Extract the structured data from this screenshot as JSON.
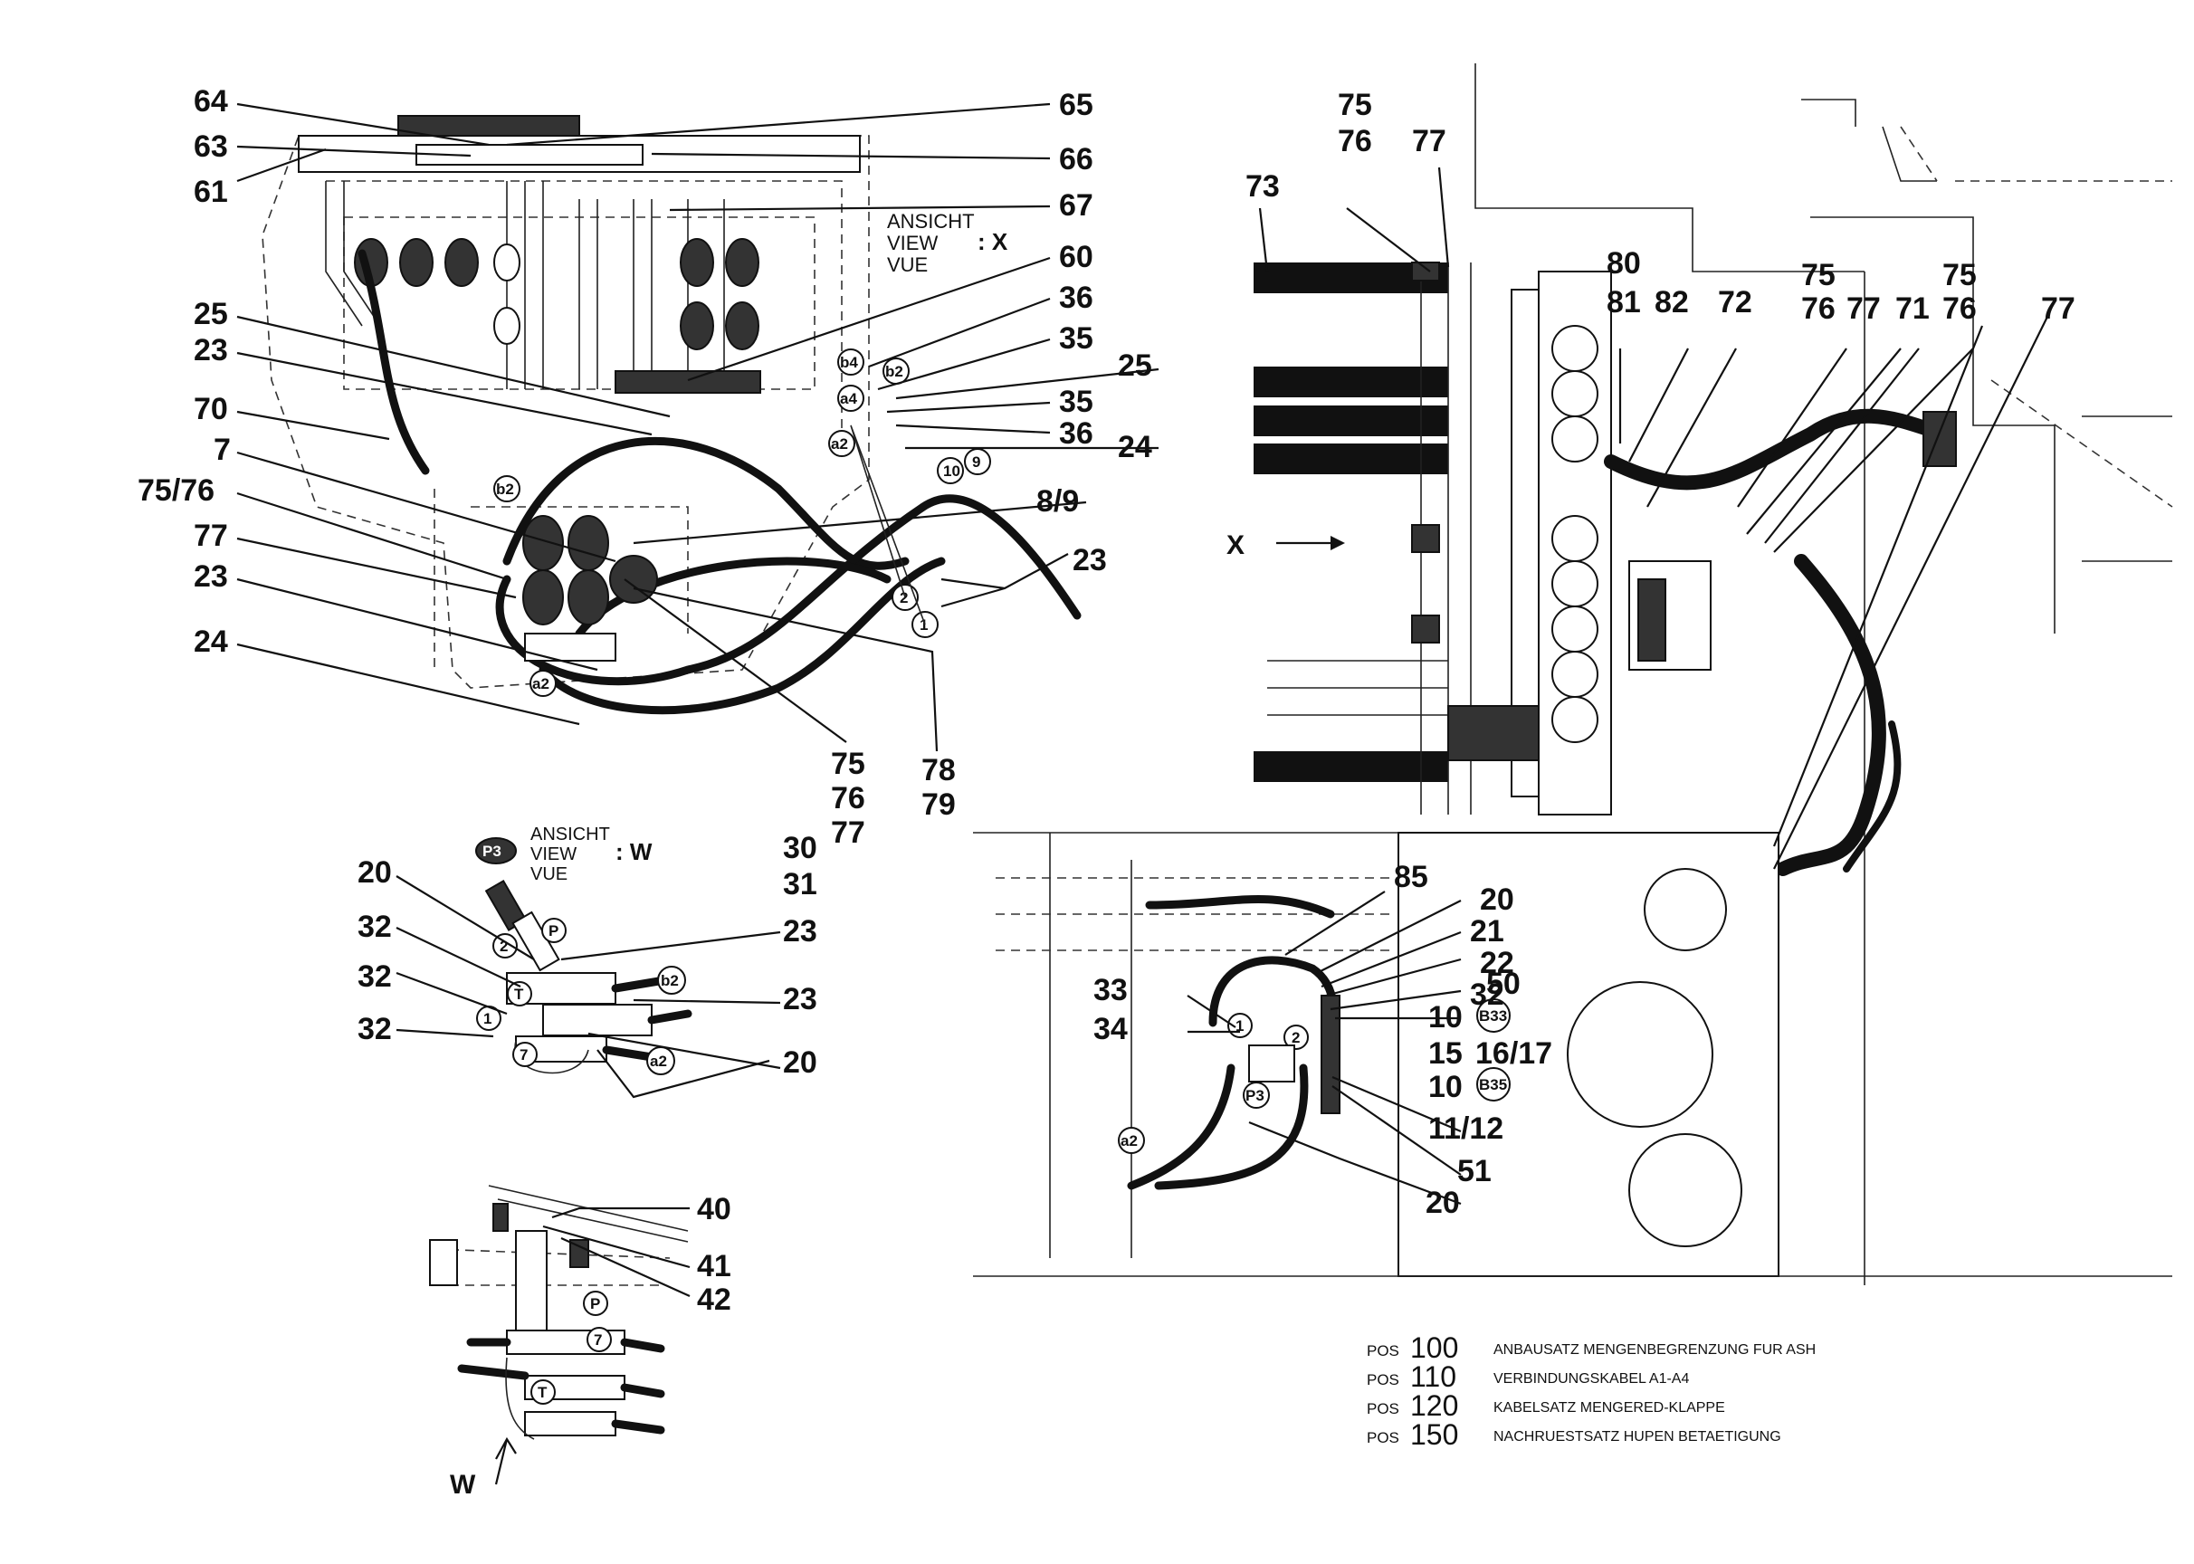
{
  "main_view": {
    "callouts": [
      {
        "id": "c64",
        "text": "64"
      },
      {
        "id": "c63",
        "text": "63"
      },
      {
        "id": "c61",
        "text": "61"
      },
      {
        "id": "c65",
        "text": "65"
      },
      {
        "id": "c66",
        "text": "66"
      },
      {
        "id": "c67",
        "text": "67"
      },
      {
        "id": "c60",
        "text": "60"
      },
      {
        "id": "c36a",
        "text": "36"
      },
      {
        "id": "c35a",
        "text": "35"
      },
      {
        "id": "c25r",
        "text": "25"
      },
      {
        "id": "c35b",
        "text": "35"
      },
      {
        "id": "c36b",
        "text": "36"
      },
      {
        "id": "c24r",
        "text": "24"
      },
      {
        "id": "c25l",
        "text": "25"
      },
      {
        "id": "c23l",
        "text": "23"
      },
      {
        "id": "c70",
        "text": "70"
      },
      {
        "id": "c7",
        "text": "7"
      },
      {
        "id": "c7576",
        "text": "75/76"
      },
      {
        "id": "c77l",
        "text": "77"
      },
      {
        "id": "c23l2",
        "text": "23"
      },
      {
        "id": "c24l",
        "text": "24"
      },
      {
        "id": "c89",
        "text": "8/9"
      },
      {
        "id": "c23r",
        "text": "23"
      },
      {
        "id": "c75b",
        "text": "75"
      },
      {
        "id": "c76b",
        "text": "76"
      },
      {
        "id": "c77b",
        "text": "77"
      },
      {
        "id": "c78",
        "text": "78"
      },
      {
        "id": "c79",
        "text": "79"
      }
    ],
    "view_label": [
      "ANSICHT",
      "VIEW",
      "VUE"
    ],
    "view_letter": ": X"
  },
  "view_w": {
    "label_p3": "P3",
    "view_label": [
      "ANSICHT",
      "VIEW",
      "VUE"
    ],
    "view_letter": ": W",
    "callouts": [
      {
        "id": "w30",
        "text": "30"
      },
      {
        "id": "w31",
        "text": "31"
      },
      {
        "id": "w20a",
        "text": "20"
      },
      {
        "id": "w32a",
        "text": "32"
      },
      {
        "id": "w32b",
        "text": "32"
      },
      {
        "id": "w32c",
        "text": "32"
      },
      {
        "id": "w23a",
        "text": "23"
      },
      {
        "id": "w23b",
        "text": "23"
      },
      {
        "id": "w20b",
        "text": "20"
      }
    ]
  },
  "detail_lower": {
    "callouts": [
      {
        "id": "d40",
        "text": "40"
      },
      {
        "id": "d41",
        "text": "41"
      },
      {
        "id": "d42",
        "text": "42"
      }
    ],
    "arrow_label": "W"
  },
  "right_view": {
    "arrow_label": "X",
    "callouts_top": [
      {
        "id": "r75",
        "text": "75"
      },
      {
        "id": "r76",
        "text": "76"
      },
      {
        "id": "r77",
        "text": "77"
      },
      {
        "id": "r73",
        "text": "73"
      },
      {
        "id": "r80",
        "text": "80"
      },
      {
        "id": "r81",
        "text": "81"
      },
      {
        "id": "r82",
        "text": "82"
      },
      {
        "id": "r72",
        "text": "72"
      },
      {
        "id": "r75b",
        "text": "75"
      },
      {
        "id": "r76b",
        "text": "76"
      },
      {
        "id": "r77b",
        "text": "77"
      },
      {
        "id": "r71",
        "text": "71"
      },
      {
        "id": "r75c",
        "text": "75"
      },
      {
        "id": "r76c",
        "text": "76"
      },
      {
        "id": "r77c",
        "text": "77"
      }
    ],
    "callouts_lower": [
      {
        "id": "l85",
        "text": "85"
      },
      {
        "id": "l20",
        "text": "20"
      },
      {
        "id": "l21",
        "text": "21"
      },
      {
        "id": "l22",
        "text": "22"
      },
      {
        "id": "l32",
        "text": "32"
      },
      {
        "id": "l50",
        "text": "50"
      },
      {
        "id": "l33",
        "text": "33"
      },
      {
        "id": "l34",
        "text": "34"
      },
      {
        "id": "l10a",
        "text": "10"
      },
      {
        "id": "l15",
        "text": "15"
      },
      {
        "id": "l1617",
        "text": "16/17"
      },
      {
        "id": "l10b",
        "text": "10"
      },
      {
        "id": "l1112",
        "text": "11/12"
      },
      {
        "id": "l51",
        "text": "51"
      },
      {
        "id": "l20b",
        "text": "20"
      }
    ]
  },
  "legend": [
    {
      "prefix": "POS",
      "number": "100",
      "text": "ANBAUSATZ MENGENBEGRENZUNG FUR ASH"
    },
    {
      "prefix": "POS",
      "number": "110",
      "text": "VERBINDUNGSKABEL A1-A4"
    },
    {
      "prefix": "POS",
      "number": "120",
      "text": "KABELSATZ MENGERED-KLAPPE"
    },
    {
      "prefix": "POS",
      "number": "150",
      "text": "NACHRUESTSATZ HUPEN BETAETIGUNG"
    }
  ]
}
